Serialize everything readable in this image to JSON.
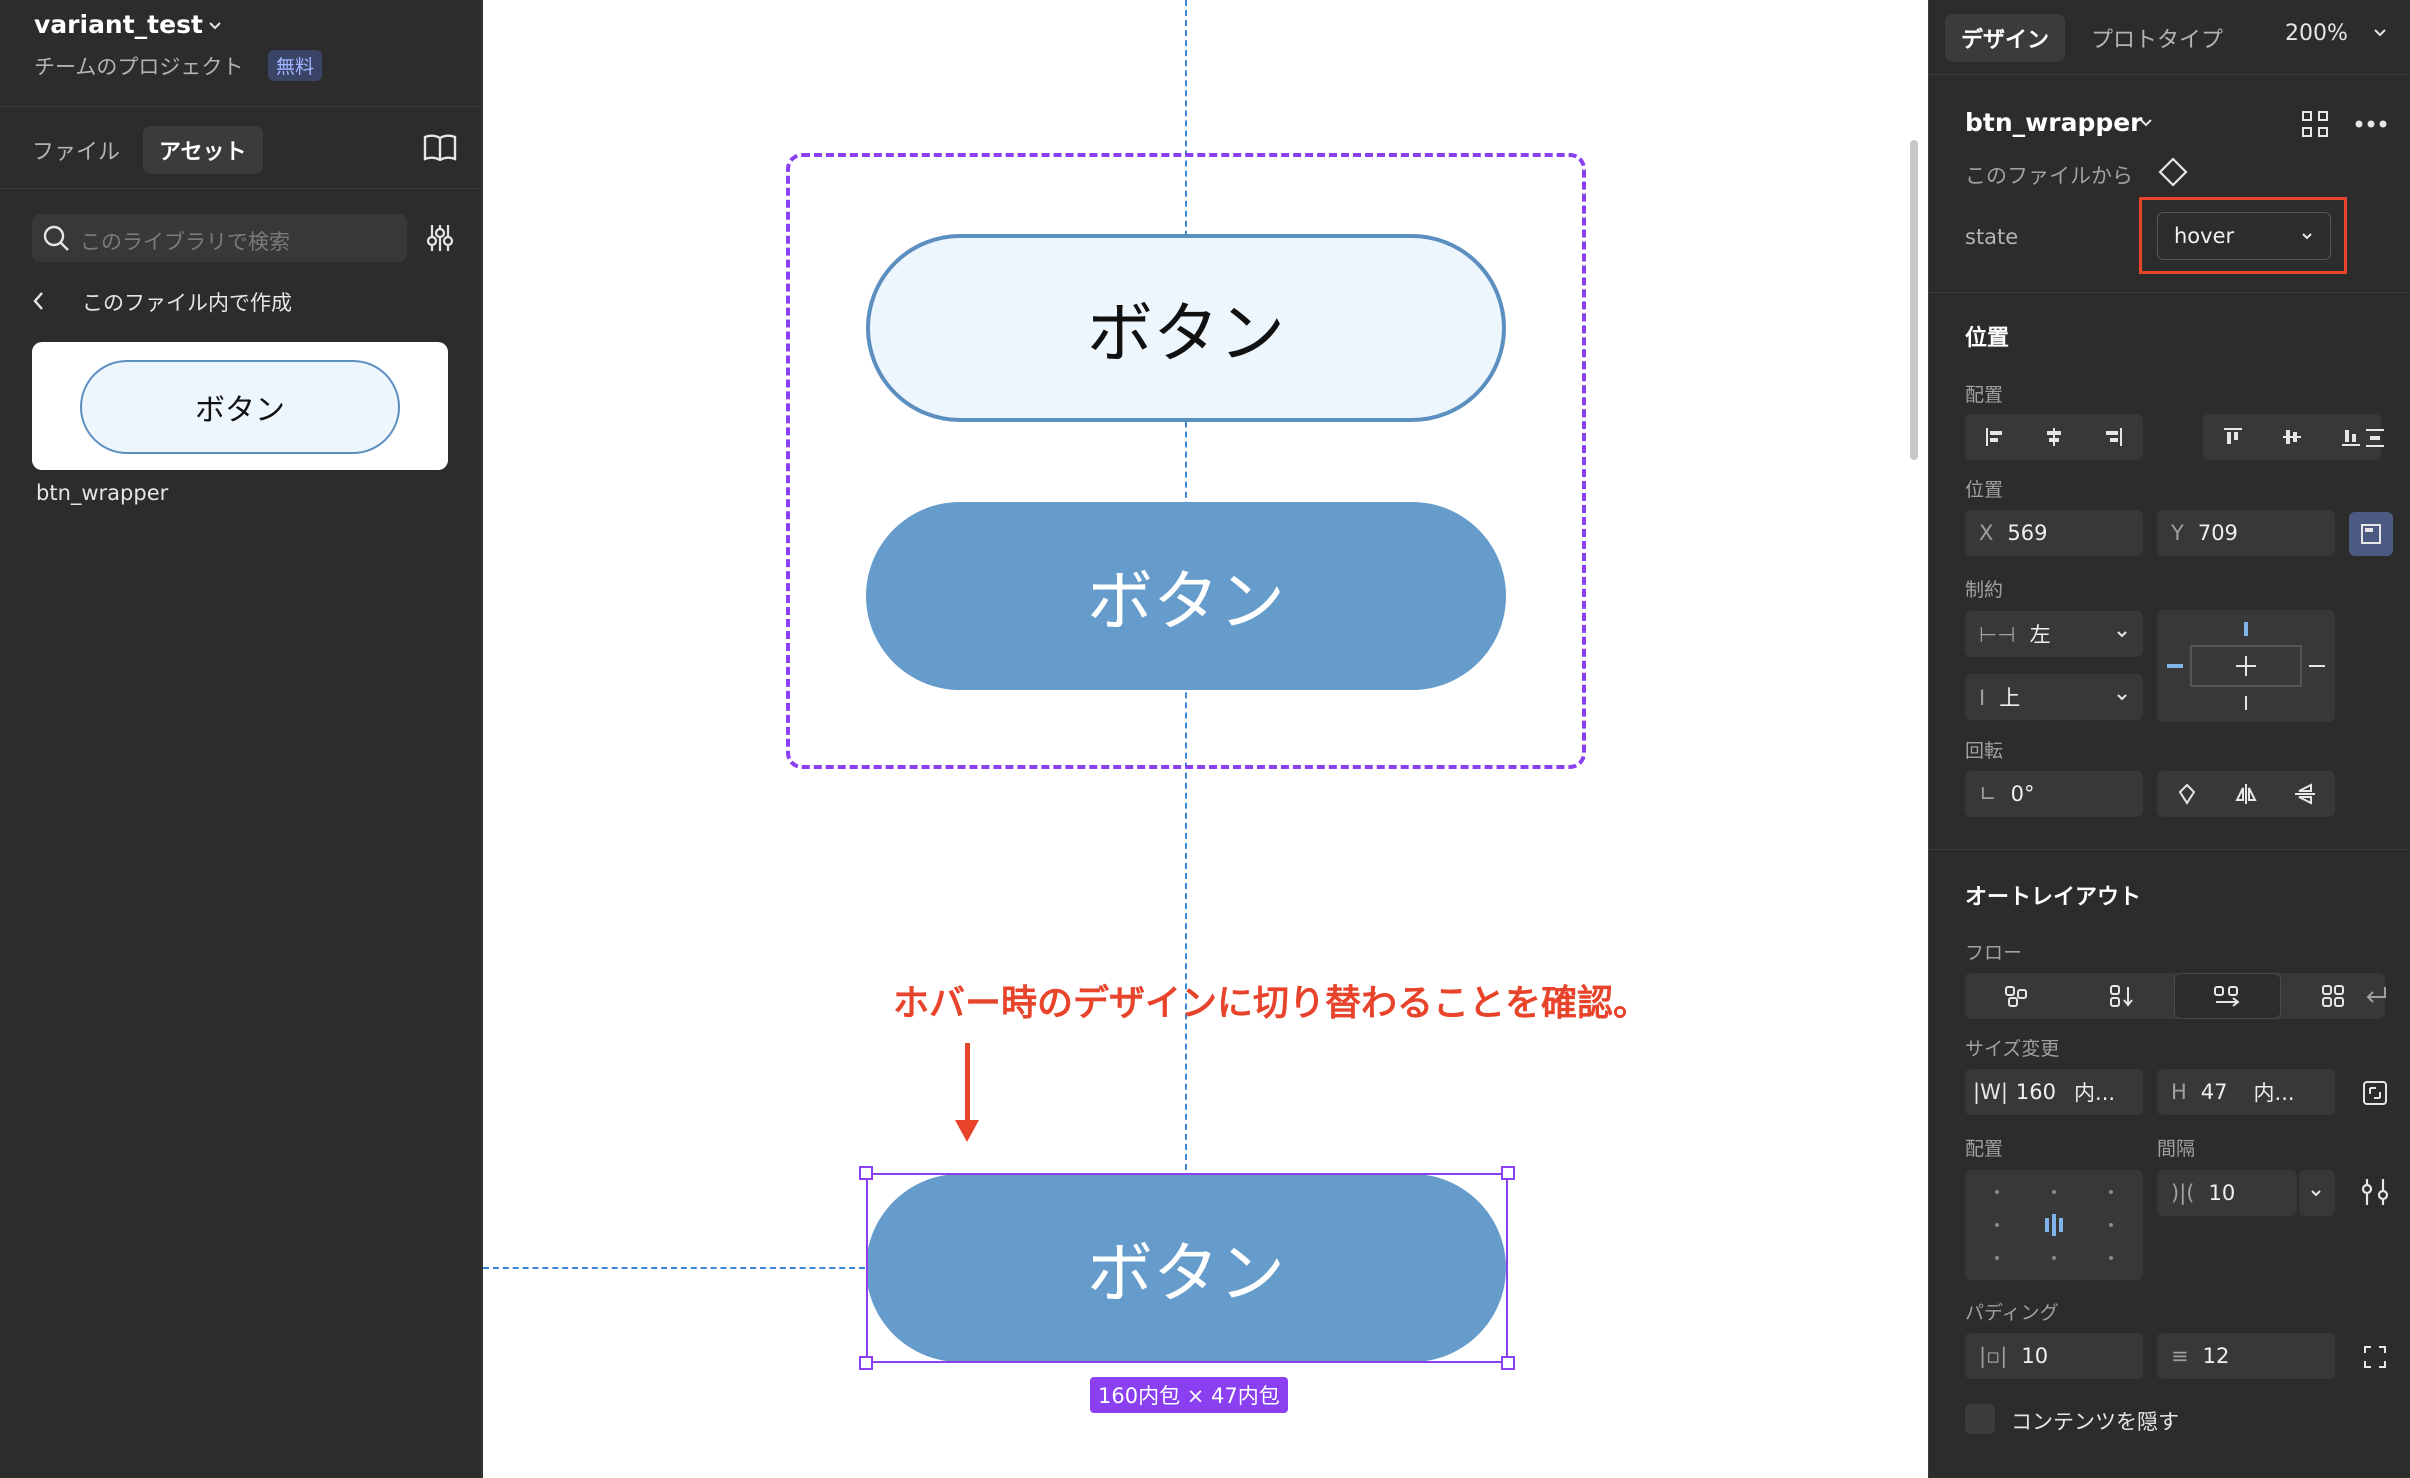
{
  "left_panel": {
    "project_title": "variant_test",
    "team_project": "チームのプロジェクト",
    "plan_badge": "無料",
    "tabs": [
      {
        "label": "ファイル",
        "active": false
      },
      {
        "label": "アセット",
        "active": true
      }
    ],
    "search_placeholder": "このライブラリで検索",
    "back_label": "このファイル内で作成",
    "asset": {
      "preview_label": "ボタン",
      "name": "btn_wrapper"
    }
  },
  "canvas": {
    "variant_default_label": "ボタン",
    "variant_hover_label": "ボタン",
    "instance_label": "ボタン",
    "annotation": "ホバー時のデザインに切り替わることを確認。",
    "size_tag": "160内包 × 47内包",
    "colors": {
      "accent_purple": "#8a3ff0",
      "button_blue": "#659ccb",
      "annotation_red": "#e8432b",
      "guide_blue": "#3b88d8"
    }
  },
  "right_panel": {
    "tabs": [
      {
        "label": "デザイン",
        "active": true
      },
      {
        "label": "プロトタイプ",
        "active": false
      }
    ],
    "zoom": "200%",
    "component_name": "btn_wrapper",
    "from_file": "このファイルから",
    "property_label": "state",
    "property_value": "hover",
    "position_section": "位置",
    "align_label": "配置",
    "position_label": "位置",
    "x_label": "X",
    "x_value": "569",
    "y_label": "Y",
    "y_value": "709",
    "constraints_label": "制約",
    "constraint_h": "左",
    "constraint_v": "上",
    "rotation_label": "回転",
    "rotation_value": "0°",
    "autolayout_section": "オートレイアウト",
    "flow_label": "フロー",
    "resize_label": "サイズ変更",
    "w_label": "|W|",
    "w_value": "160",
    "w_mode": "内...",
    "h_label": "H",
    "h_value": "47",
    "h_mode": "内...",
    "al_align_label": "配置",
    "gap_label": "間隔",
    "gap_value": "10",
    "padding_label": "パディング",
    "padding_h": "10",
    "padding_v": "12",
    "clip_label": "コンテンツを隠す"
  }
}
